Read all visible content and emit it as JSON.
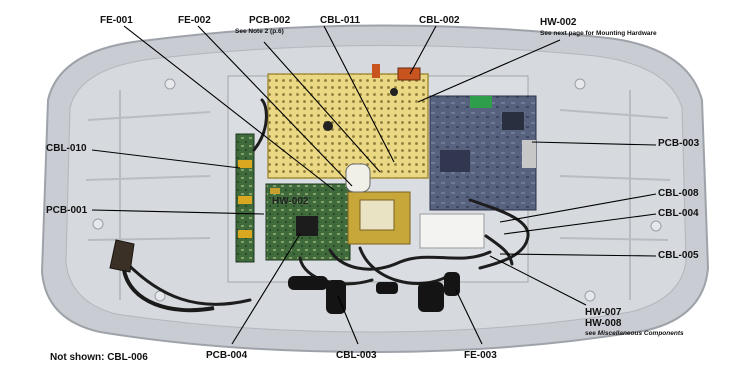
{
  "labels": {
    "fe001": "FE-001",
    "fe002": "FE-002",
    "pcb002": "PCB-002",
    "pcb002_note": "See Note 2 (p.6)",
    "cbl011": "CBL-011",
    "cbl002": "CBL-002",
    "hw002": "HW-002",
    "hw002_note": "See next page for Mounting Hardware",
    "cbl010": "CBL-010",
    "pcb003": "PCB-003",
    "pcb001": "PCB-001",
    "hw002_board": "HW-002",
    "cbl008": "CBL-008",
    "cbl004": "CBL-004",
    "cbl005": "CBL-005",
    "hw007": "HW-007",
    "hw008": "HW-008",
    "see_misc_prefix": "see ",
    "see_misc_italic": "Miscellaneous Components",
    "not_shown": "Not shown:  CBL-006",
    "pcb004": "PCB-004",
    "cbl003": "CBL-003",
    "fe003": "FE-003"
  },
  "colors": {
    "housing": "#c9ccd2",
    "housing_rim": "#aeb2b9",
    "yellow_board": "#ead884",
    "main_board": "#5b6683",
    "green_board": "#3f6a3c",
    "leader_line": "#000000"
  }
}
